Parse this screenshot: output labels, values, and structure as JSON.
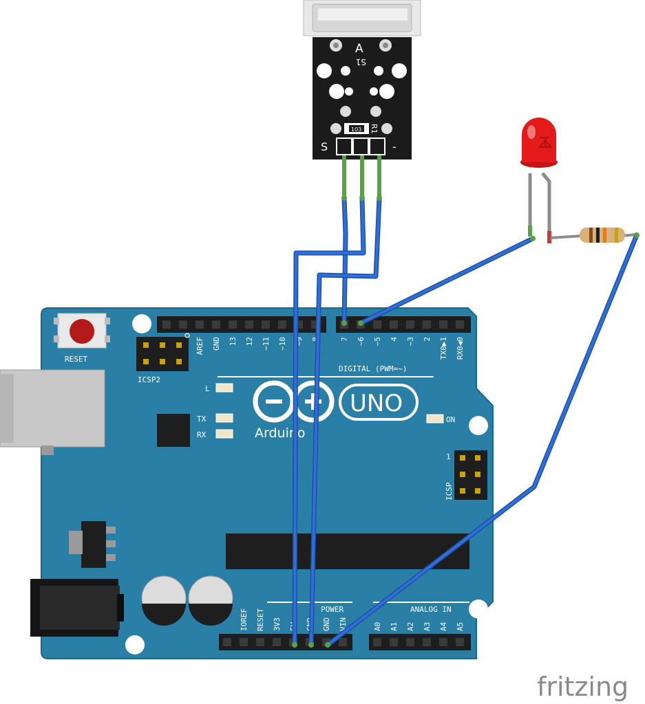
{
  "watermark": "fritzing",
  "colors": {
    "board": "#2a7fa6",
    "board_dark": "#1d6689",
    "wire": "#2f6fd6",
    "wire_dark": "#1b4fa8",
    "lead_green": "#5aa04a",
    "led_red": "#e31b1b",
    "header_black": "#1e1e1e",
    "sensor_pcb": "#1b1b1b"
  },
  "sensor": {
    "silk_a": "A",
    "silk_s1": "S1",
    "resistor_code": "103",
    "resistor_ref": "R1",
    "pin_s": "S",
    "pin_minus": "-"
  },
  "board": {
    "reset_label": "RESET",
    "icsp2_label": "ICSP2",
    "icsp_label": "ICSP",
    "icsp_pin1": "1",
    "led_l": "L",
    "led_tx": "TX",
    "led_rx": "RX",
    "led_on": "ON",
    "logo_text": "UNO",
    "brand": "Arduino",
    "digital_label": "DIGITAL (PWM=~)",
    "power_label": "POWER",
    "analog_label": "ANALOG IN",
    "top_pins": [
      "AREF",
      "GND",
      "13",
      "12",
      "~11",
      "~10",
      "~9",
      "8",
      "7",
      "~6",
      "~5",
      "4",
      "~3",
      "2",
      "TX0▶1",
      "RX0◀0"
    ],
    "power_pins": [
      "IOREF",
      "RESET",
      "3V3",
      "5V",
      "GND",
      "GND",
      "VIN"
    ],
    "analog_pins": [
      "A0",
      "A1",
      "A2",
      "A3",
      "A4",
      "A5"
    ]
  }
}
